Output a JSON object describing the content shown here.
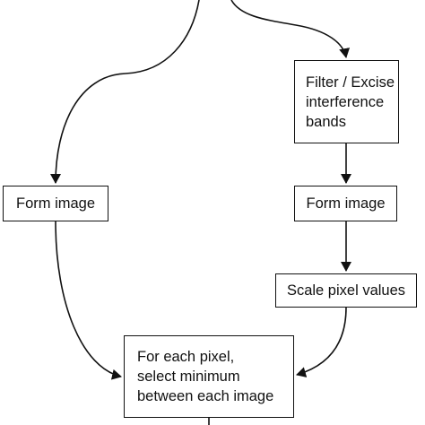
{
  "nodes": {
    "filter_excise": {
      "label": "Filter / Excise\ninterference\nbands"
    },
    "form_image_left": {
      "label": "Form image"
    },
    "form_image_right": {
      "label": "Form image"
    },
    "scale_pixel_values": {
      "label": "Scale pixel values"
    },
    "select_minimum": {
      "label": "For each pixel,\nselect minimum\nbetween each image"
    }
  },
  "edges": [
    {
      "from": "source",
      "to": "form_image_left"
    },
    {
      "from": "source",
      "to": "filter_excise"
    },
    {
      "from": "filter_excise",
      "to": "form_image_right"
    },
    {
      "from": "form_image_right",
      "to": "scale_pixel_values"
    },
    {
      "from": "form_image_left",
      "to": "select_minimum"
    },
    {
      "from": "scale_pixel_values",
      "to": "select_minimum"
    },
    {
      "from": "select_minimum",
      "to": "output"
    }
  ],
  "colors": {
    "stroke": "#111111",
    "background": "#ffffff"
  }
}
